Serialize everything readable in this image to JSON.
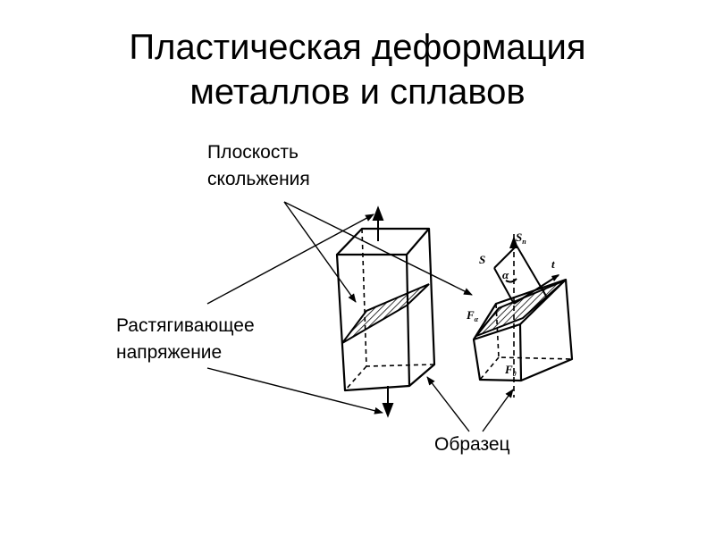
{
  "title": {
    "line1": "Пластическая деформация",
    "line2": "металлов и сплавов"
  },
  "labels": {
    "slip_plane": [
      "Плоскость",
      "скольжения"
    ],
    "tensile_stress": [
      "Растягивающее",
      "напряжение"
    ],
    "specimen": "Образец"
  },
  "symbols": {
    "S": "S",
    "Sn": "S",
    "Sn_sub": "n",
    "alpha": "α",
    "t": "t",
    "F_alpha": "F",
    "F_alpha_sub": "α",
    "F0": "F",
    "F0_sub": "0"
  },
  "colors": {
    "ink": "#000000",
    "background": "#ffffff"
  }
}
